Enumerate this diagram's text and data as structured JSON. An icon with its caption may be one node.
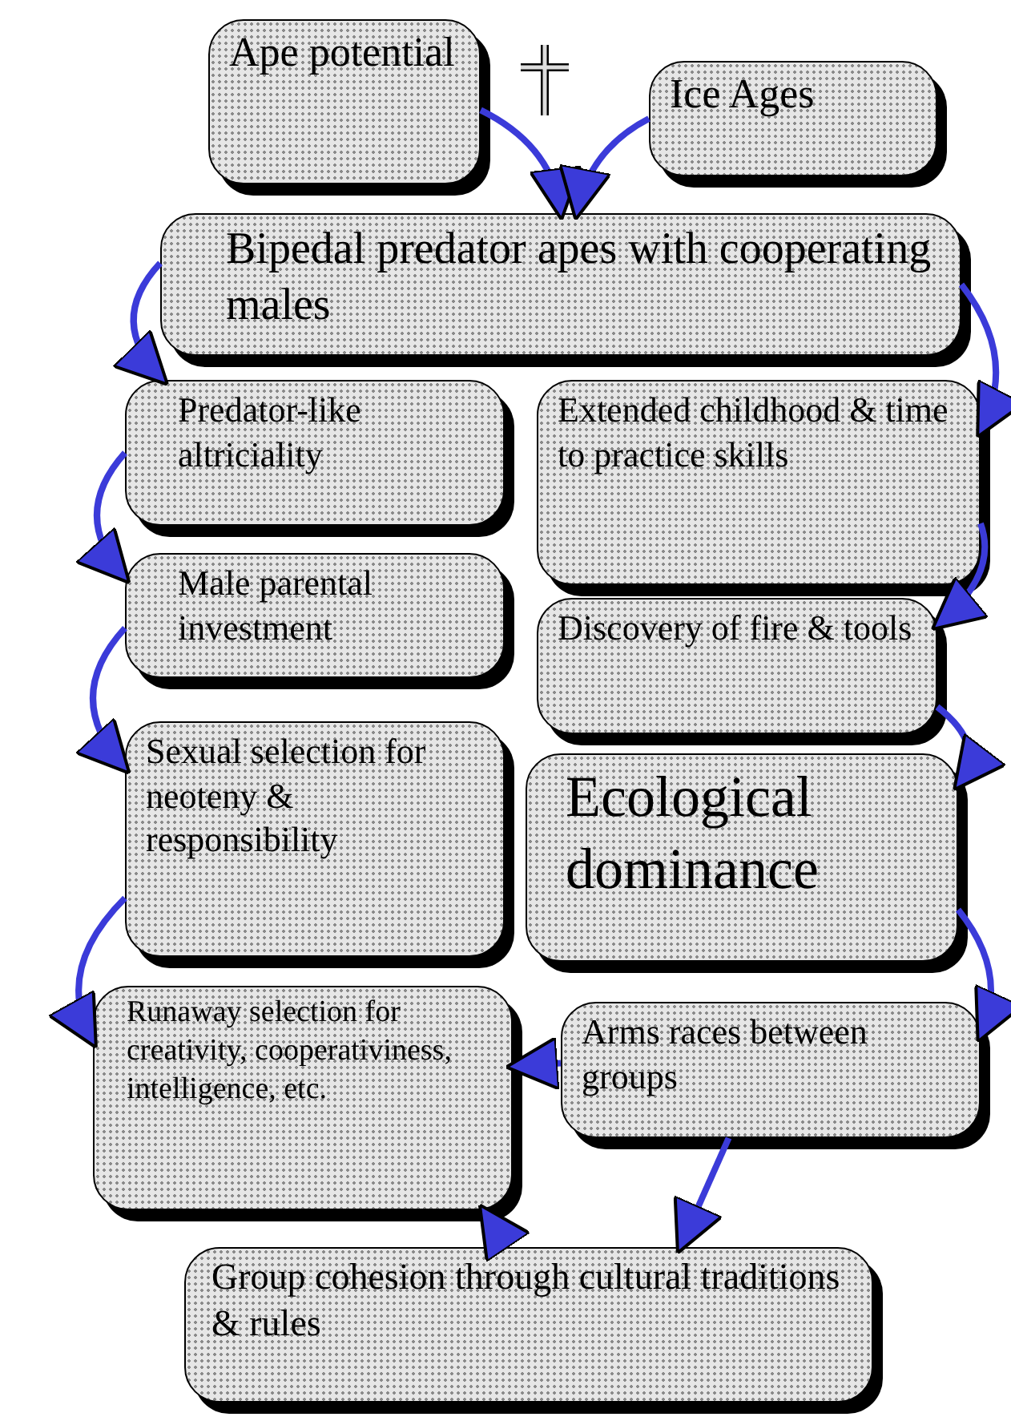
{
  "diagram": {
    "nodes": [
      {
        "text": [
          "Ape potential"
        ]
      },
      {
        "text": [
          "Ice Ages"
        ]
      },
      {
        "text": [
          "Bipedal predator apes with cooperating males"
        ]
      },
      {
        "text": [
          "Predator-like altriciality"
        ]
      },
      {
        "text": [
          "Male parental investment"
        ]
      },
      {
        "text": [
          "Sexual selection for  neoteny & responsibility"
        ]
      },
      {
        "text": [
          "Runaway selection for creativity, cooperativiness, intelligence, etc."
        ]
      },
      {
        "text": [
          "Extended childhood & time to practice skills"
        ]
      },
      {
        "text": [
          "Discovery of fire & tools"
        ]
      },
      {
        "text": [
          "Ecological dominance"
        ]
      },
      {
        "text": [
          "Arms races between groups"
        ]
      },
      {
        "text": [
          "Group cohesion through cultural traditions & rules"
        ]
      }
    ],
    "edges": [
      {
        "from": 0,
        "to": 2,
        "arrow": "to"
      },
      {
        "from": 1,
        "to": 2,
        "arrow": "to"
      },
      {
        "from": 2,
        "to": 3,
        "arrow": "to"
      },
      {
        "from": 3,
        "to": 4,
        "arrow": "to"
      },
      {
        "from": 4,
        "to": 5,
        "arrow": "to"
      },
      {
        "from": 5,
        "to": 6,
        "arrow": "to"
      },
      {
        "from": 2,
        "to": 7,
        "arrow": "to"
      },
      {
        "from": 7,
        "to": 8,
        "arrow": "to"
      },
      {
        "from": 8,
        "to": 9,
        "arrow": "to"
      },
      {
        "from": 9,
        "to": 10,
        "arrow": "to"
      },
      {
        "from": 10,
        "to": 6,
        "arrow": "to"
      },
      {
        "from": 10,
        "to": 11,
        "arrow": "to"
      },
      {
        "from": 11,
        "to": 6,
        "arrow": "to"
      }
    ]
  }
}
